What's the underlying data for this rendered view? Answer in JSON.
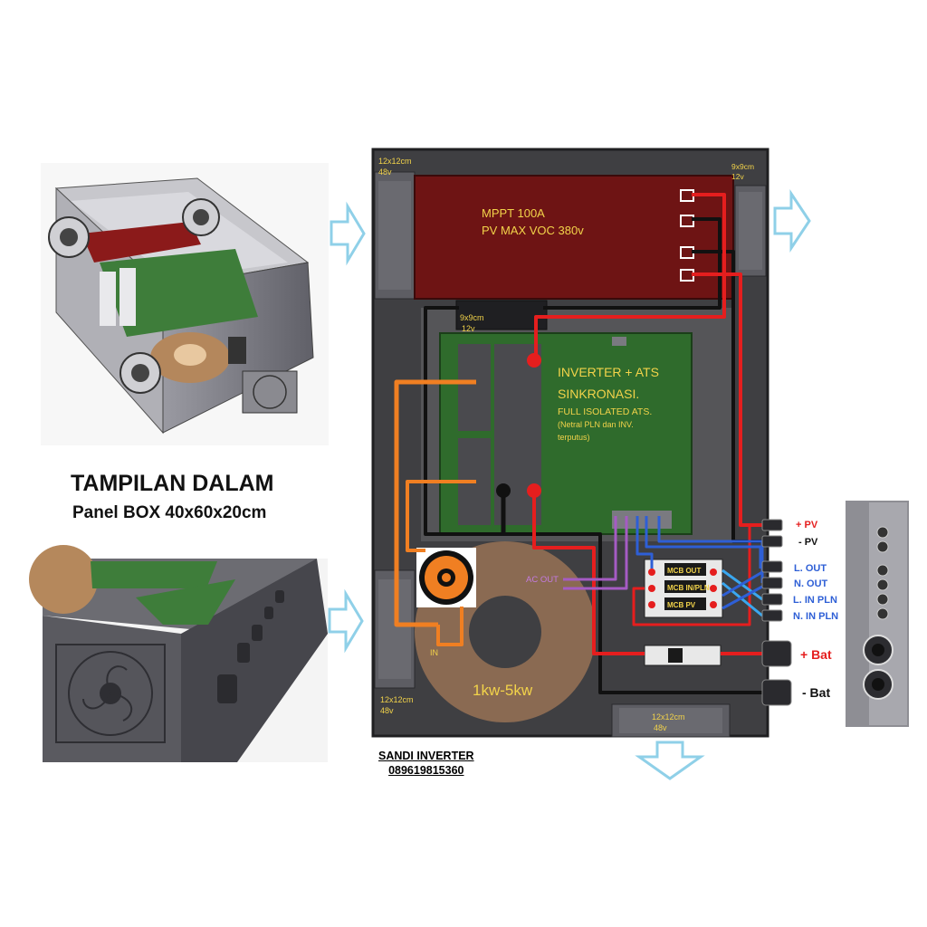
{
  "heading": {
    "title": "TAMPILAN DALAM",
    "subtitle": "Panel BOX 40x60x20cm"
  },
  "fans": {
    "top_left_size": "12x12cm",
    "top_left_volt": "48v",
    "top_right_size": "9x9cm",
    "top_right_volt": "12v",
    "center_size": "9x9cm",
    "center_volt": "12v",
    "bottom_left_size": "12x12cm",
    "bottom_left_volt": "48v",
    "bottom_center_size": "12x12cm",
    "bottom_center_volt": "48v"
  },
  "mppt": {
    "line1": "MPPT 100A",
    "line2": "PV MAX VOC 380v"
  },
  "inverter": {
    "line1": "INVERTER + ATS",
    "line2": "SINKRONASI.",
    "line3": "FULL ISOLATED ATS.",
    "line4": "(Netral PLN dan INV.",
    "line5": "terputus)"
  },
  "transformer": {
    "label": "1kw-5kw",
    "in_label": "IN"
  },
  "ac_out_label": "AC OUT",
  "mcb": {
    "out": "MCB OUT",
    "in_pln": "MCB IN/PLN",
    "pv": "MCB PV"
  },
  "terminals": {
    "plus_pv": "+ PV",
    "minus_pv": "- PV",
    "l_out": "L. OUT",
    "n_out": "N. OUT",
    "l_in_pln": "L. IN PLN",
    "n_in_pln": "N. IN PLN",
    "plus_bat": "+ Bat",
    "minus_bat": "- Bat"
  },
  "credit": {
    "name": "SANDI INVERTER",
    "phone": "089619815360"
  },
  "colors": {
    "panel": "#3f3f42",
    "mppt": "#6e1414",
    "pcb": "#2f6b2c",
    "transformer": "#8a6a52",
    "wire_red": "#e51e1e",
    "wire_black": "#111111",
    "wire_orange": "#f07f22",
    "wire_blue": "#2e5fd6",
    "wire_purple": "#a55bc4",
    "label_yellow": "#f2d34a",
    "arrow": "#a9dcef"
  }
}
